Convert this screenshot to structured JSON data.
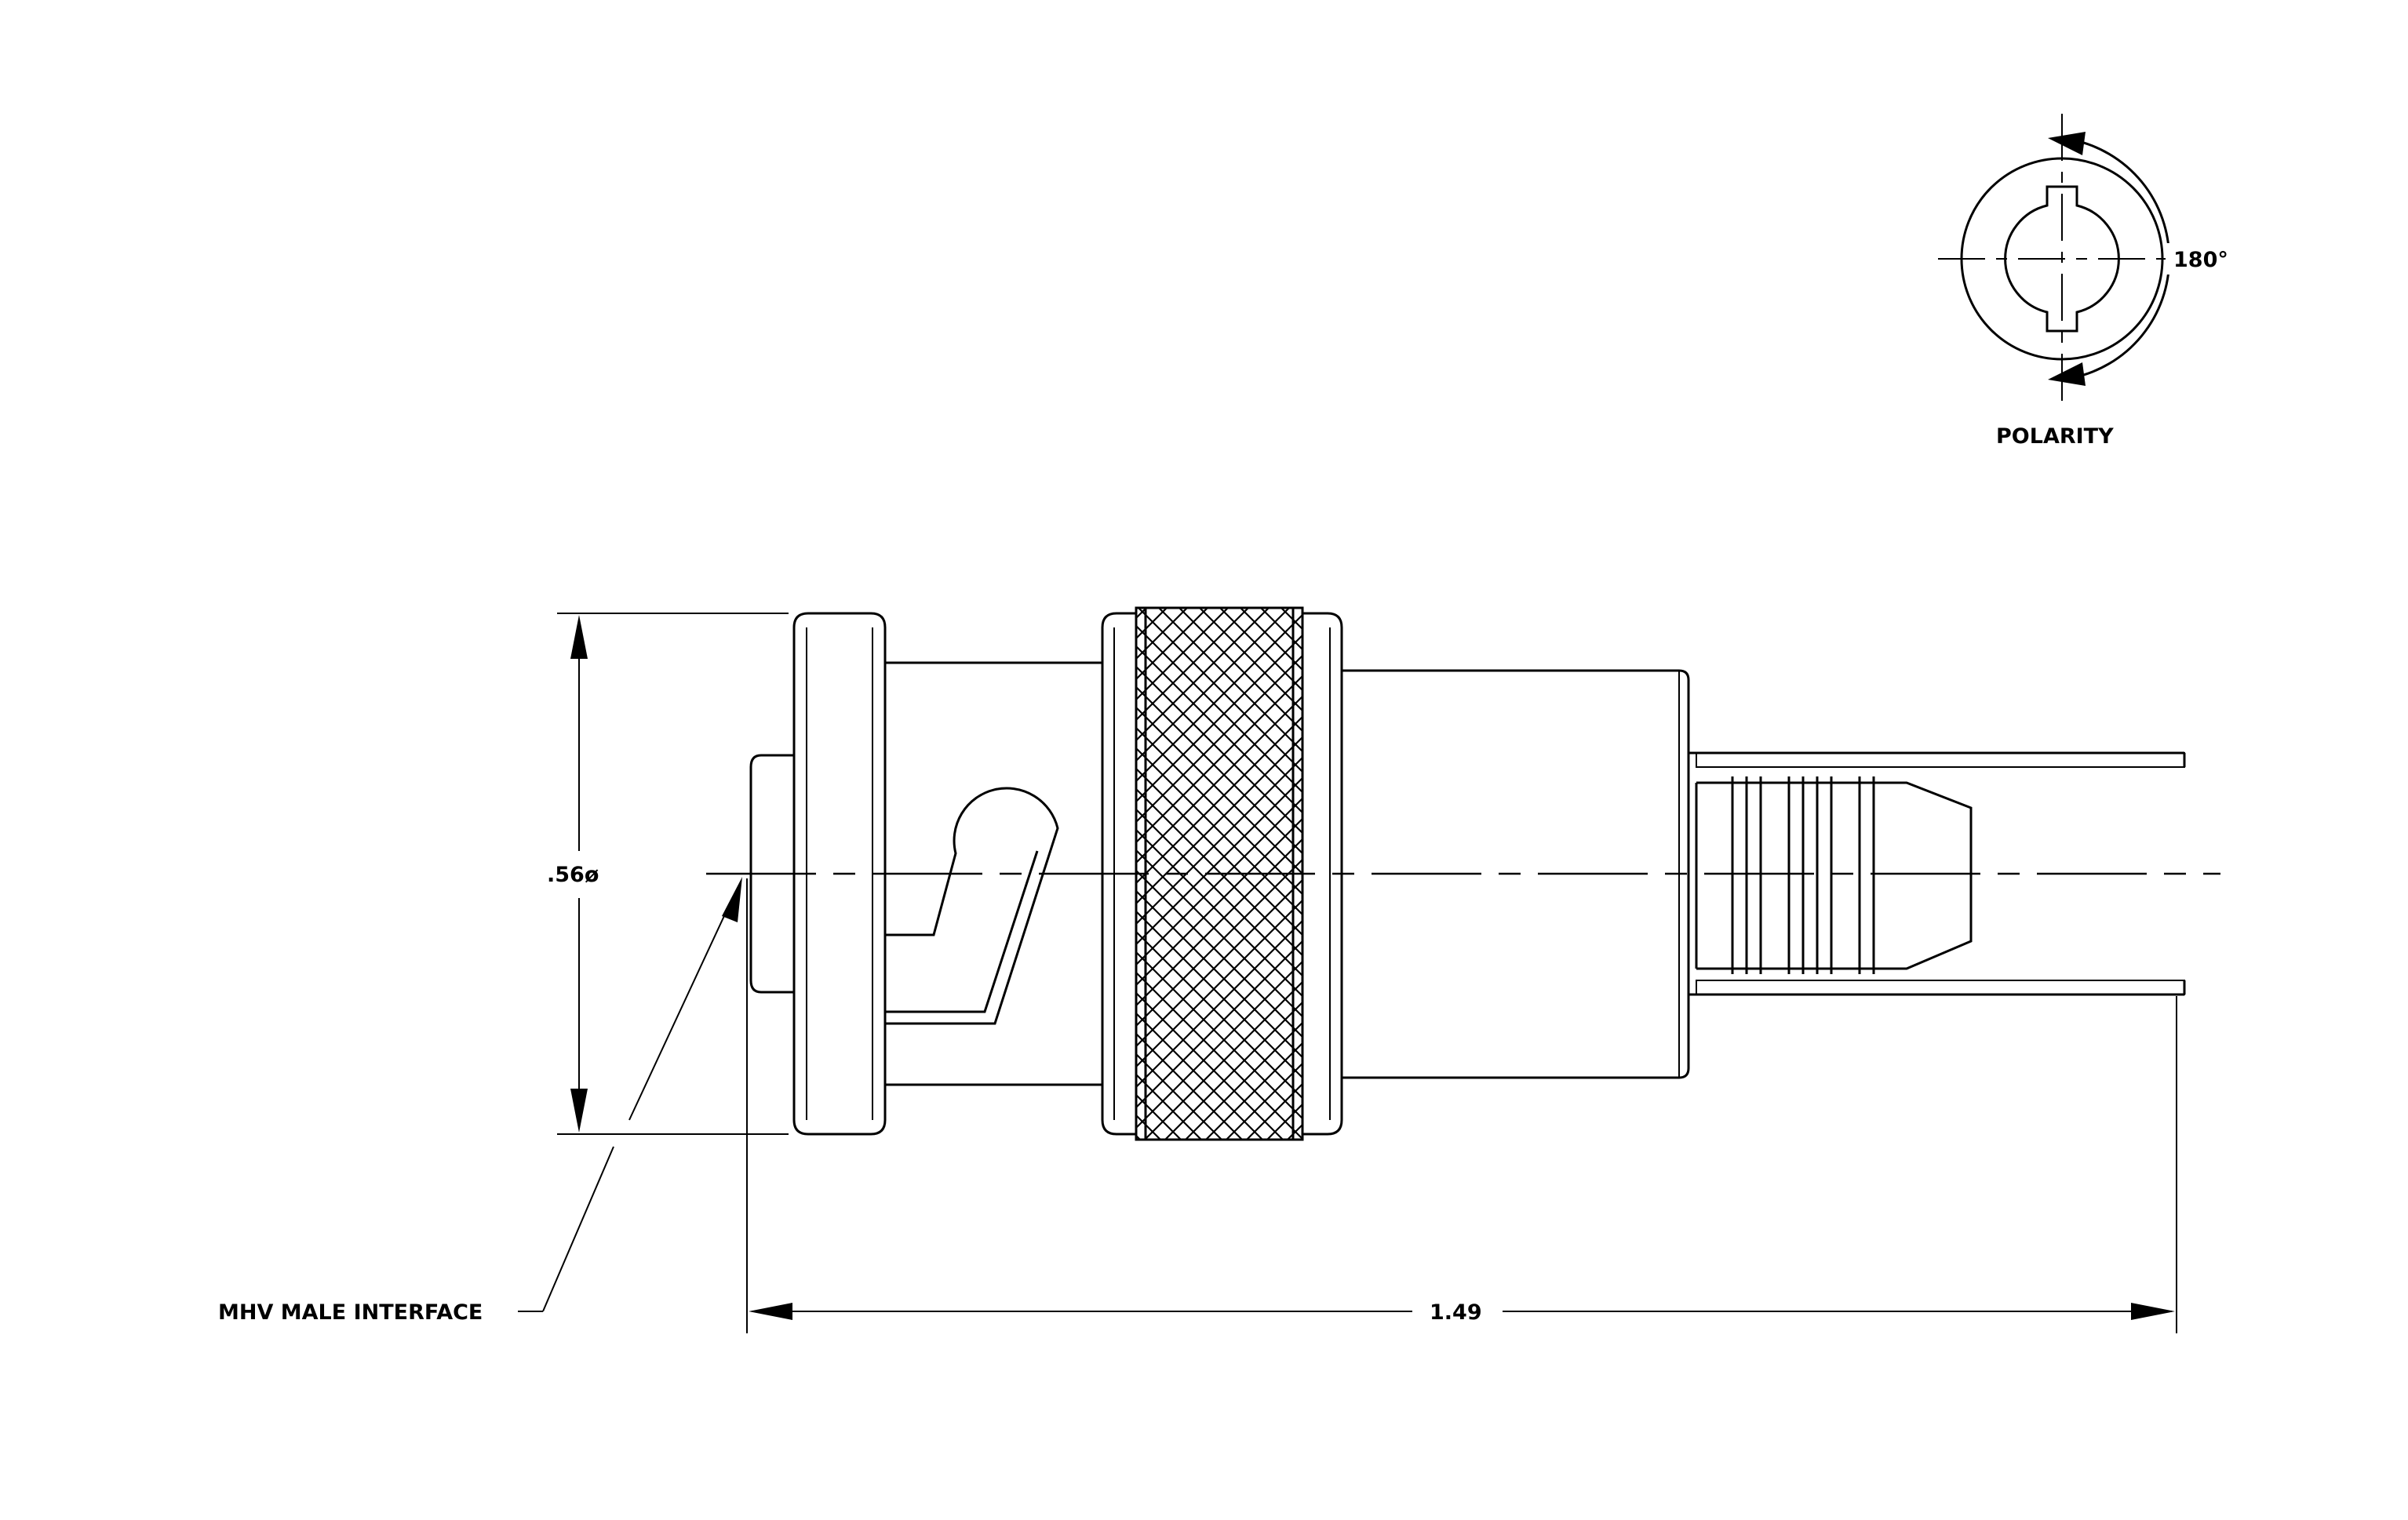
{
  "labels": {
    "polarity": "POLARITY",
    "angle": "180°",
    "diameter": ".56ø",
    "length": "1.49",
    "interface": "MHV MALE INTERFACE"
  }
}
